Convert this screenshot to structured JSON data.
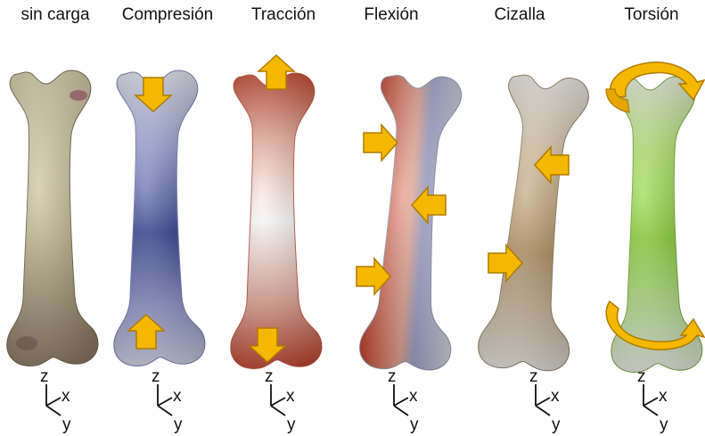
{
  "panels": [
    {
      "id": "sin-carga",
      "label": "sin carga",
      "bone_color": "#c9bc93",
      "tint": "#c9bc93"
    },
    {
      "id": "compresion",
      "label": "Compresión",
      "bone_color": "#cfd3e6",
      "tint": "#1a2a86"
    },
    {
      "id": "traccion",
      "label": "Tracción",
      "bone_color": "#f3ece8",
      "tint": "#c8432a"
    },
    {
      "id": "flexion",
      "label": "Flexión",
      "bone_color": "#e6e4ee",
      "tint": "#c83a22"
    },
    {
      "id": "cizalla",
      "label": "Cizalla",
      "bone_color": "#e9e3d8",
      "tint": "#a7834f"
    },
    {
      "id": "torsion",
      "label": "Torsión",
      "bone_color": "#eef4e0",
      "tint": "#7fd11c"
    }
  ],
  "axes": {
    "z": "z",
    "x": "x",
    "y": "y"
  },
  "colors": {
    "arrow_fill": "#f5b800",
    "arrow_stroke": "#b07a00"
  }
}
